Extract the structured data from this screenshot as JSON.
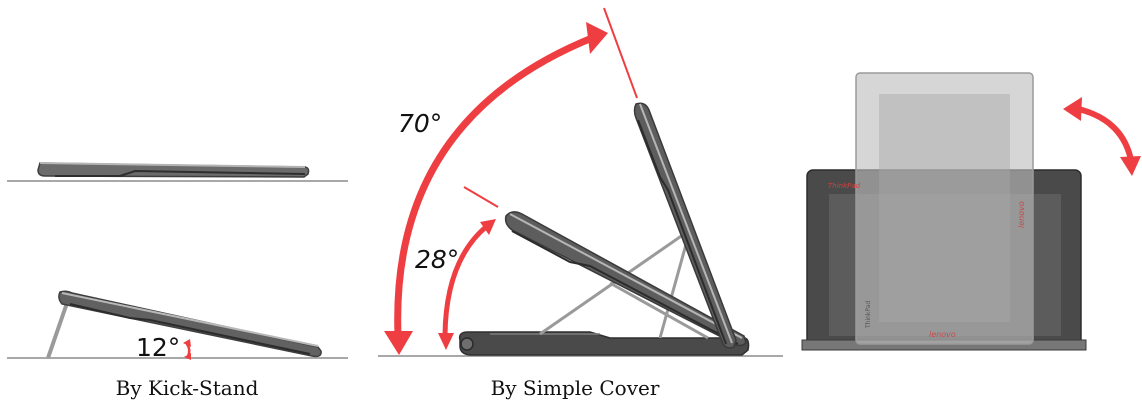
{
  "colors": {
    "accent_red": "#ef3e42",
    "frame_dark": "#454545",
    "frame_mid": "#8c8c8c",
    "ground": "#a8a8a8",
    "stand": "#9a9a9a"
  },
  "kickstand": {
    "angle_label": "12°",
    "caption": "By Kick-Stand"
  },
  "cover": {
    "angle_high": "70°",
    "angle_low": "28°",
    "caption": "By Simple Cover"
  },
  "rotation": {
    "brand_top": "ThinkPad",
    "brand_side": "lenovo",
    "brand_bottom": "lenovo",
    "brand_rotated_small": "ThinkPad"
  }
}
